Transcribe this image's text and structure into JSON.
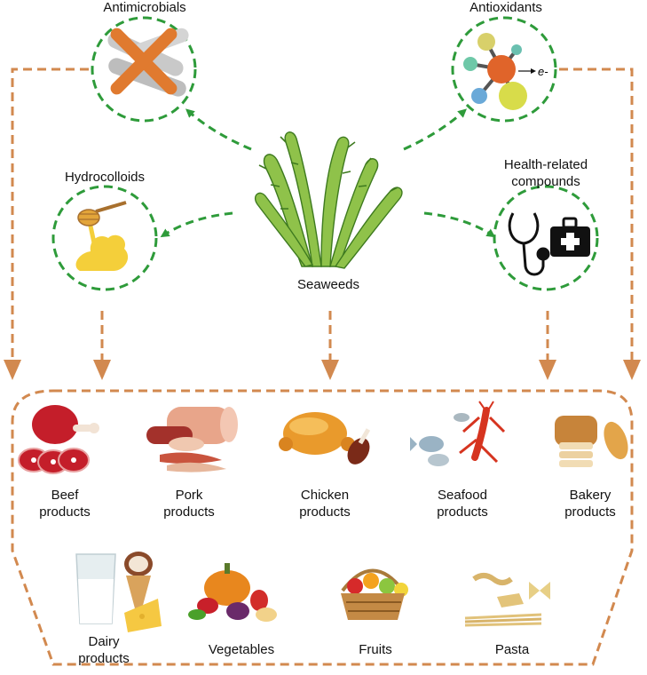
{
  "center": {
    "label": "Seaweeds"
  },
  "compounds": {
    "antimicrobials": "Antimicrobials",
    "antioxidants": "Antioxidants",
    "hydrocolloids": "Hydrocolloids",
    "health_line1": "Health-related",
    "health_line2": "compounds",
    "electron_label": "e-"
  },
  "products": {
    "beef": {
      "line1": "Beef",
      "line2": "products"
    },
    "pork": {
      "line1": "Pork",
      "line2": "products"
    },
    "chicken": {
      "line1": "Chicken",
      "line2": "products"
    },
    "seafood": {
      "line1": "Seafood",
      "line2": "products"
    },
    "bakery": {
      "line1": "Bakery",
      "line2": "products"
    },
    "dairy": {
      "line1": "Dairy",
      "line2": "products"
    },
    "vegetables": "Vegetables",
    "fruits": "Fruits",
    "pasta": "Pasta"
  },
  "colors": {
    "green_arrow": "#2e9b3a",
    "orange_arrow": "#d2894f",
    "seaweed": "#8fc24a",
    "seaweed_dark": "#3e7a1f"
  }
}
